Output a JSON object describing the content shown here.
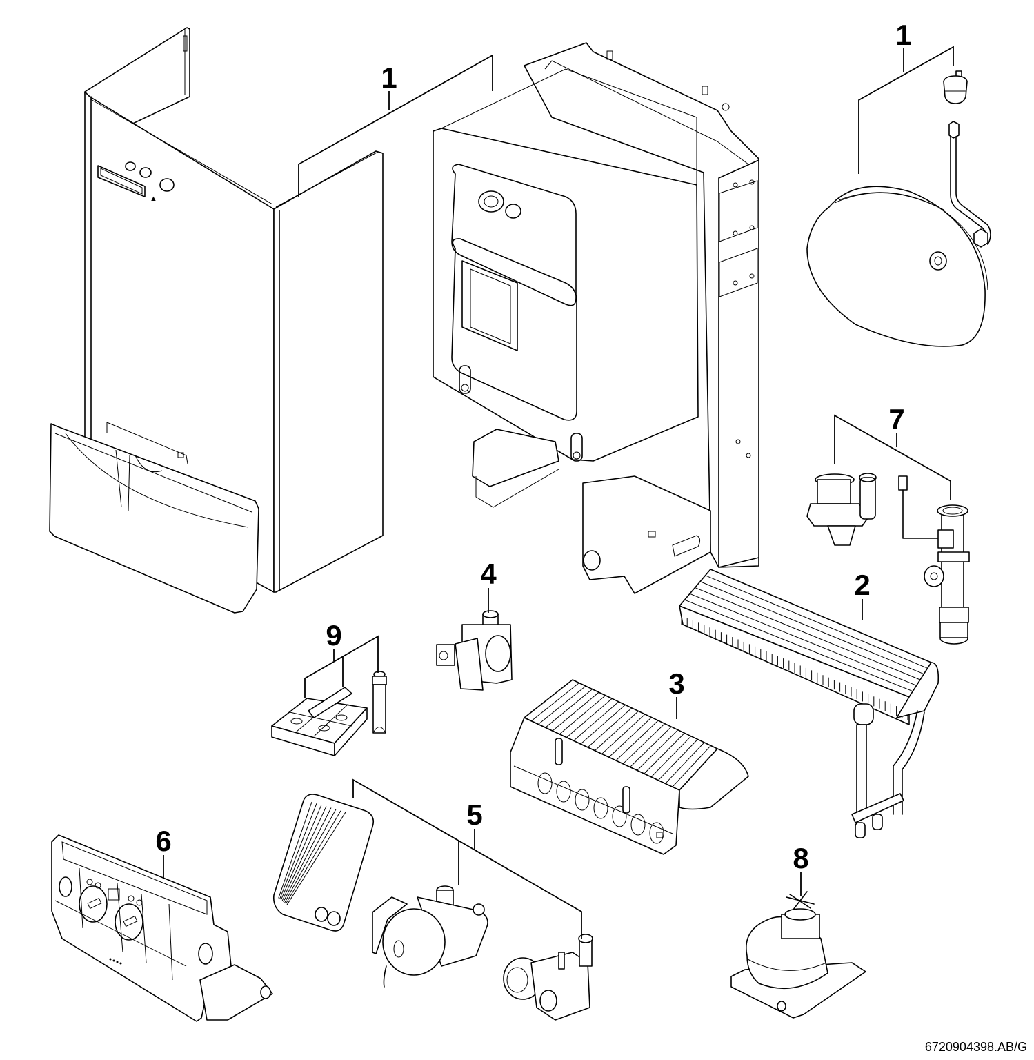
{
  "figure": {
    "title": "Exploded parts diagram - wall-hung gas boiler",
    "code": "6720904398.AB/G"
  },
  "callouts": [
    {
      "id": "1a",
      "label": "1",
      "part": "casing (front cover and side panels)"
    },
    {
      "id": "1b",
      "label": "1",
      "part": "expansion vessel with air vent and connecting pipe"
    },
    {
      "id": "2",
      "label": "2",
      "part": "primary heat exchanger"
    },
    {
      "id": "3",
      "label": "3",
      "part": "burner"
    },
    {
      "id": "4",
      "label": "4",
      "part": "gas valve"
    },
    {
      "id": "5",
      "label": "5",
      "part": "plate heat exchanger, pump and hydraulic block"
    },
    {
      "id": "6",
      "label": "6",
      "part": "control unit"
    },
    {
      "id": "7",
      "label": "7",
      "part": "diverter valve and flow sensor"
    },
    {
      "id": "8",
      "label": "8",
      "part": "fan"
    },
    {
      "id": "9",
      "label": "9",
      "part": "seal kit and grease"
    }
  ],
  "colors": {
    "line": "#000000",
    "background": "#ffffff"
  }
}
